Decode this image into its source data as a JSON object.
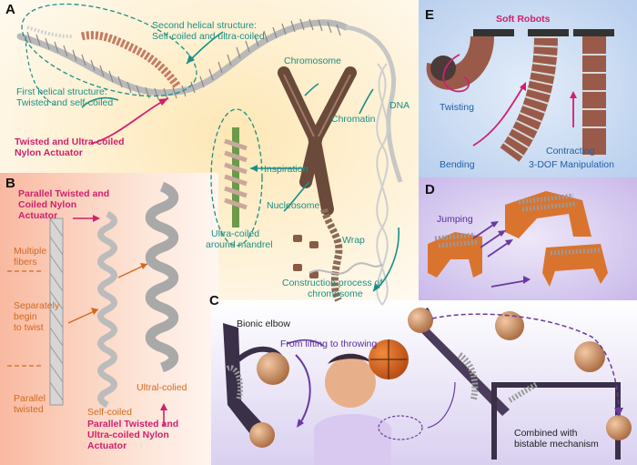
{
  "panels": {
    "A": {
      "letter": "A",
      "second_helical": "Second helical structure:",
      "second_helical_2": "Self-coiled and ultra-coiled",
      "first_helical": "First helical structure:",
      "first_helical_2": "Twisted and self-coiled",
      "twisted_ultra": "Twisted and Ultra-coiled",
      "twisted_ultra_2": "Nylon Actuator",
      "chromosome": "Chromosome",
      "dna": "DNA",
      "chromatin": "Chromatin",
      "inspiration": "Inspiration",
      "nucleosome": "Nucleosome",
      "ultra_coiled": "Ultra-coiled",
      "ultra_coiled_2": "around mandrel",
      "wrap": "Wrap",
      "construction": "Construction process of",
      "construction_2": "chromosome"
    },
    "B": {
      "letter": "B",
      "parallel_coiled": "Parallel Twisted and",
      "parallel_coiled_2": "Coiled Nylon",
      "parallel_coiled_3": "Actuator",
      "multiple": "Multiple",
      "multiple_2": "fibers",
      "separately": "Separately",
      "separately_2": "begin",
      "separately_3": "to twist",
      "parallel_twisted": "Parallel",
      "parallel_twisted_2": "twisted",
      "self_coiled": "Self-coiled",
      "ultra_colied": "Ultral-colied",
      "parallel_ultra": "Parallel Twisted and",
      "parallel_ultra_2": "Ultra-coiled Nylon",
      "parallel_ultra_3": "Actuator"
    },
    "C": {
      "letter": "C",
      "bionic_elbow": "Bionic elbow",
      "lifting": "From lifting to throwing",
      "combined": "Combined with",
      "combined_2": "bistable mechanism"
    },
    "D": {
      "letter": "D",
      "jumping": "Jumping"
    },
    "E": {
      "letter": "E",
      "soft_robots": "Soft Robots",
      "twisting": "Twisting",
      "bending": "Bending",
      "contracting": "Contracting",
      "manipulation": "3-DOF Manipulation"
    }
  }
}
